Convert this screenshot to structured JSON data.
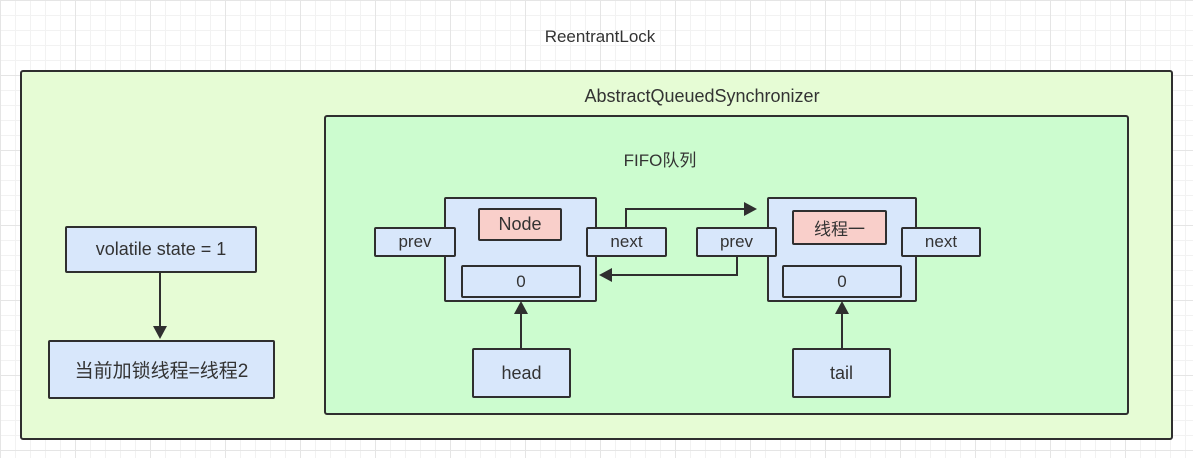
{
  "title": "ReentrantLock",
  "aqs": {
    "label": "AbstractQueuedSynchronizer",
    "state_box": {
      "text": "volatile state = 1"
    },
    "owner_box": {
      "text": "当前加锁线程=线程2"
    },
    "fifo": {
      "label": "FIFO队列",
      "head_label": "head",
      "tail_label": "tail",
      "nodes": [
        {
          "title": "Node",
          "prev_label": "prev",
          "next_label": "next",
          "value": "0"
        },
        {
          "title": "线程一",
          "prev_label": "prev",
          "next_label": "next",
          "value": "0"
        }
      ]
    }
  },
  "colors": {
    "canvas-bg": "#ffffff",
    "grid-minor": "#f2f2f2",
    "grid-major": "#e5e5e5",
    "outer-fill": "#e6fcd5",
    "fifo-fill": "#ccfccf",
    "blue-fill": "#d8e7fb",
    "pink-fill": "#f9cfca",
    "stroke": "#2f2f2f",
    "text": "#333333"
  }
}
